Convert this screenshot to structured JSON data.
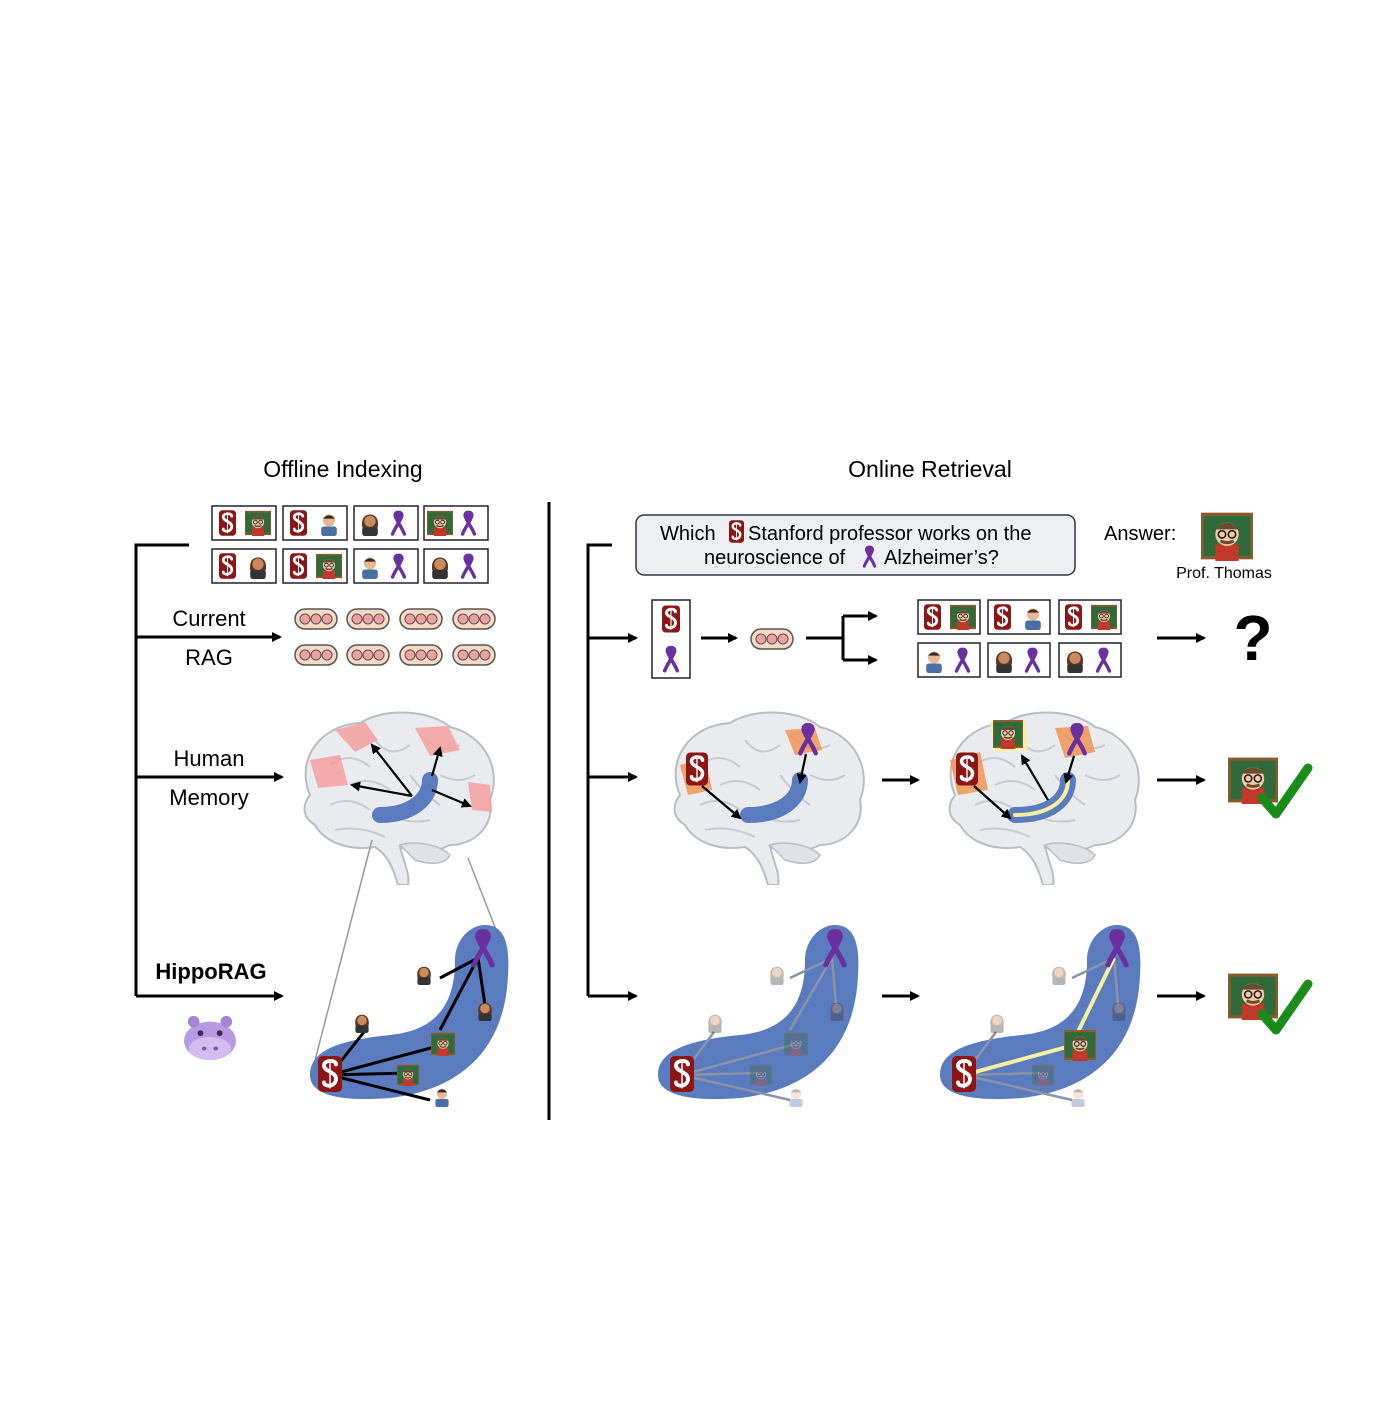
{
  "sections": {
    "offline": "Offline Indexing",
    "online": "Online Retrieval"
  },
  "rows": {
    "current_rag": [
      "Current",
      "RAG"
    ],
    "human_memory": [
      "Human",
      "Memory"
    ],
    "hipporag": "HippoRAG"
  },
  "query": {
    "before": "Which",
    "line1_rest": "Stanford professor works on the",
    "line2_before": "neuroscience of",
    "line2_after": "Alzheimer’s?"
  },
  "answer": {
    "label": "Answer:",
    "name": "Prof. Thomas"
  },
  "result_fail": "?",
  "colors": {
    "stanford": "#8c1515",
    "ribbon": "#6b2fa0",
    "hippocampus": "#5b7bbf",
    "check": "#1a8c1a",
    "brain_region": "#f4a0a0",
    "activation": "#f0904a",
    "path_highlight": "#f7efa0"
  }
}
